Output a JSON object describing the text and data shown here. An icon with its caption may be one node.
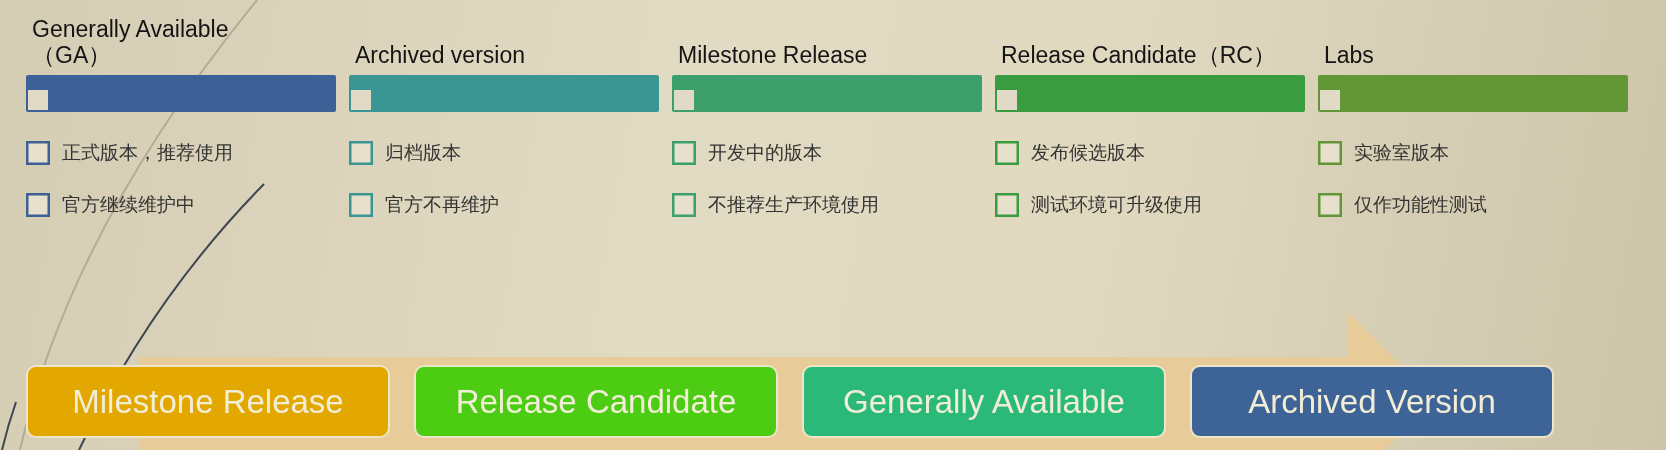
{
  "diagram": {
    "nodes": [
      {
        "text": [
          "Generally Available （GA）"
        ],
        "beside": [
          "正式版本，推荐使用",
          "官方继续维护中"
        ]
      },
      {
        "text": [
          "Archived version"
        ],
        "beside": [
          "归档版本",
          "官方不再维护"
        ]
      },
      {
        "text": [
          "Milestone Release"
        ],
        "beside": [
          "开发中的版本",
          "不推荐生产环境使用"
        ]
      },
      {
        "text": [
          "Release Candidate（RC）"
        ],
        "beside": [
          "发布候选版本",
          "测试环境可升级使用"
        ]
      },
      {
        "text": [
          "Labs"
        ],
        "beside": [
          "实验室版本",
          "仅作功能性测试"
        ]
      },
      {
        "text": [
          "Milestone Release"
        ]
      },
      {
        "text": [
          "Release Candidate"
        ]
      },
      {
        "text": [
          "Generally Available"
        ]
      },
      {
        "text": [
          "Archived Version"
        ]
      }
    ]
  }
}
